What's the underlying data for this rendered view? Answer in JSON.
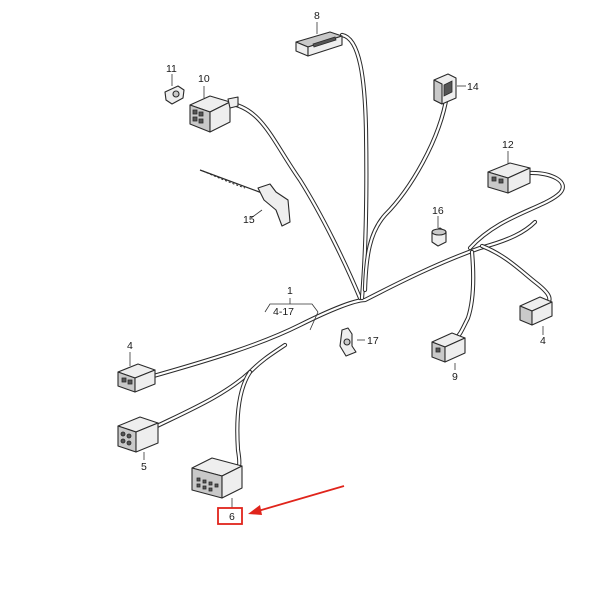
{
  "labels": {
    "main": "1",
    "main_range": "4-17",
    "c4_left": "4",
    "c4_right": "4",
    "c5": "5",
    "c6": "6",
    "c8": "8",
    "c9": "9",
    "c10": "10",
    "c11": "11",
    "c12": "12",
    "c14": "14",
    "c15": "15",
    "c16": "16",
    "c17": "17"
  },
  "highlight": {
    "target": "6",
    "box_color": "#e0241b",
    "arrow_color": "#e0241b"
  },
  "colors": {
    "wire": "#2a2a2a",
    "part_fill": "#eeeeee",
    "background": "#ffffff"
  }
}
